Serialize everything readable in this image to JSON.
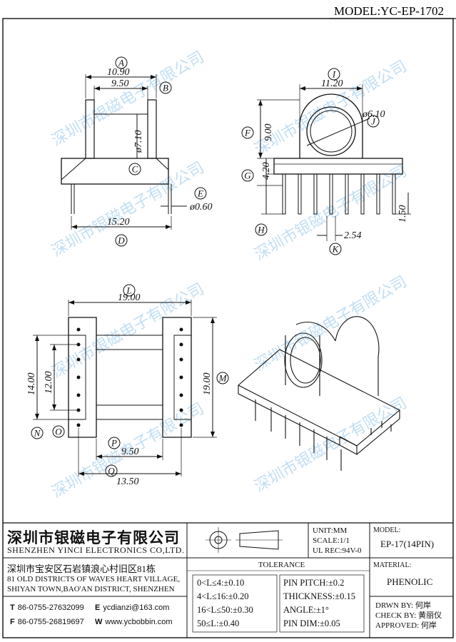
{
  "model_header": "MODEL:YC-EP-1702",
  "watermark": "深圳市银磁电子有限公司",
  "dims": {
    "A": "10.90",
    "B": "9.50",
    "C_dia": "ø7.10",
    "D": "15.20",
    "E": "ø0.60",
    "I": "11.20",
    "J": "ø6.10",
    "F": "9.00",
    "G": "4.20",
    "pin_len": "1.50",
    "K": "2.54",
    "L": "19.00",
    "M": "19.00",
    "W14": "14.00",
    "W12": "12.00",
    "P": "9.50",
    "Q": "13.50"
  },
  "labels": [
    "A",
    "B",
    "C",
    "D",
    "E",
    "F",
    "G",
    "H",
    "I",
    "J",
    "K",
    "L",
    "M",
    "N",
    "O",
    "P",
    "Q"
  ],
  "title_block": {
    "company_cn": "深圳市银磁电子有限公司",
    "company_en": "SHENZHEN YINCI ELECTRONICS CO,LTD.",
    "address_cn": "深圳市宝安区石岩镇浪心村旧区81栋",
    "address_en1": "81 OLD DISTRICTS OF WAVES HEART VILLAGE,",
    "address_en2": "SHIYAN TOWN,BAO'AN DISTRICT, SHENZHEN",
    "tel_label": "T",
    "tel": "86-0755-27632099",
    "email_label": "E",
    "email": "ycdianzi@163.com",
    "fax_label": "F",
    "fax": "86-0755-26819697",
    "web_label": "W",
    "web": "www.ycbobbin.com",
    "unit": "UNIT:MM",
    "scale": "SCALE:1/1",
    "ul": "UL REC:94V-0",
    "model_label": "MODEL:",
    "model_value": "EP-17(14PIN)",
    "material_label": "MATERIAL:",
    "material_value": "PHENOLIC",
    "tolerance_title": "TOLERANCE",
    "tol": [
      "0<L≤4:±0.10",
      "4<L≤16:±0.20",
      "16<L≤50:±0.30",
      "50≤L:±0.40"
    ],
    "spec": [
      "PIN PITCH:±0.2",
      "THICKNESS:±0.15",
      "ANGLE:±1°",
      "PIN DIM:±0.05"
    ],
    "drawn": "DRWN BY: 何岸",
    "check": "CHECK BY: 黄丽仪",
    "approved": "APPROVED: 何岸"
  }
}
